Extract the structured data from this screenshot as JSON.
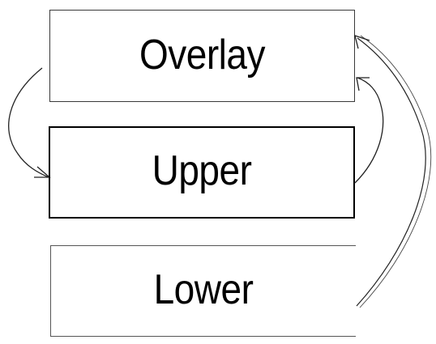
{
  "boxes": {
    "overlay": {
      "label": "Overlay"
    },
    "upper": {
      "label": "Upper"
    },
    "lower": {
      "label": "Lower"
    }
  },
  "colors": {
    "stroke": "#000000",
    "background": "#ffffff"
  }
}
